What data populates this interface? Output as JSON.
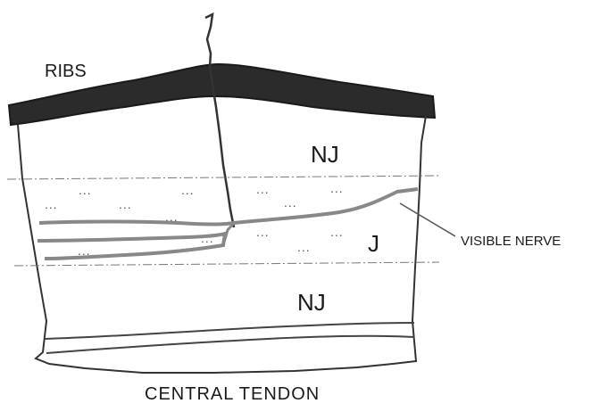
{
  "labels": {
    "ribs": "RIBS",
    "nj_top": "NJ",
    "j": "J",
    "nj_bottom": "NJ",
    "visible_nerve": "VISIBLE NERVE",
    "central_tendon": "CENTRAL TENDON"
  },
  "dot_marks": [
    "...",
    "...",
    "...",
    "...",
    "...",
    "...",
    "...",
    "...",
    "...",
    "...",
    "...",
    "...",
    "..."
  ],
  "colors": {
    "ribs_band": "#2b2b2b",
    "outline": "#333333",
    "nerve": "#888888",
    "dashed_line": "#777777"
  }
}
